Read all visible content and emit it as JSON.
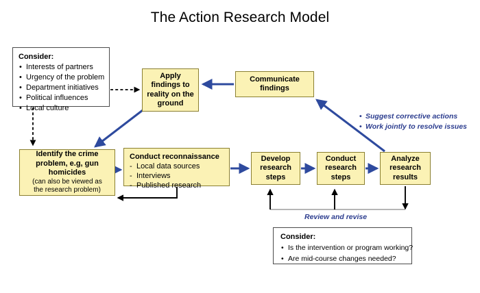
{
  "title": "The Action Research Model",
  "nodes": {
    "consider_top": {
      "heading": "Consider:",
      "items": [
        "Interests of partners",
        "Urgency of the problem",
        "Department initiatives",
        "Political influences",
        "Local culture"
      ]
    },
    "apply": {
      "label": "Apply findings to reality on the ground",
      "line1": "Apply",
      "line2": "findings to",
      "line3": "reality on the",
      "line4": "ground"
    },
    "communicate": {
      "line1": "Communicate",
      "line2": "findings"
    },
    "identify": {
      "line1": "Identify the crime",
      "line2": "problem, e.g, gun",
      "line3": "homicides",
      "note1": "(can also be viewed as",
      "note2": "the research problem)"
    },
    "reconnaissance": {
      "heading": "Conduct reconnaissance",
      "items": [
        "Local data sources",
        "Interviews",
        "Published research"
      ]
    },
    "develop": {
      "line1": "Develop",
      "line2": "research",
      "line3": "steps"
    },
    "conduct": {
      "line1": "Conduct",
      "line2": "research",
      "line3": "steps"
    },
    "analyze": {
      "line1": "Analyze",
      "line2": "research",
      "line3": "results"
    },
    "consider_bottom": {
      "heading": "Consider:",
      "items": [
        "Is the intervention or program working?",
        "Are mid-course changes needed?"
      ]
    }
  },
  "annotations": {
    "feedback": [
      "Suggest corrective actions",
      "Work jointly to resolve issues"
    ],
    "review_and_revise": "Review and revise"
  },
  "colors": {
    "box_fill": "#fbf2b5",
    "box_border": "#8a7f31",
    "flow_arrow": "#2e4a9e",
    "annotation_text": "#2b3c8e",
    "plain_arrow": "#000000",
    "note_border": "#4a4a4a",
    "background": "#ffffff"
  }
}
